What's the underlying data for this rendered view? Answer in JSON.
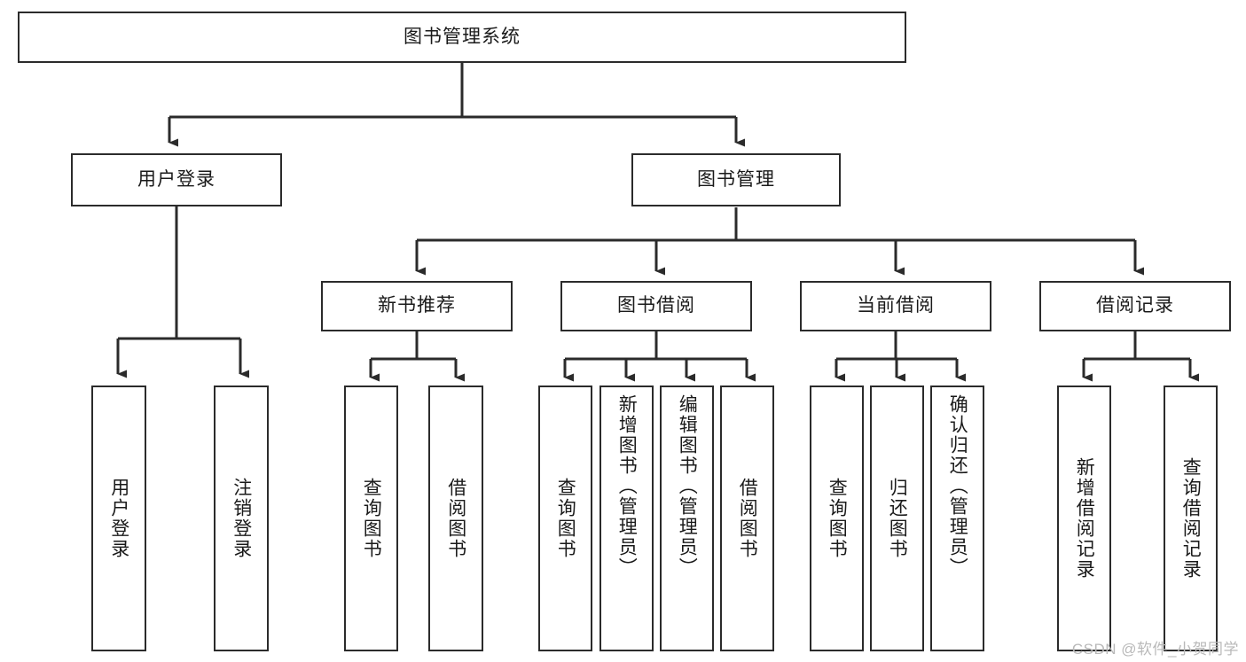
{
  "diagram": {
    "type": "tree-hierarchy-diagram",
    "title": "图书管理系统",
    "root": {
      "id": "root",
      "label": "图书管理系统"
    },
    "level2": [
      {
        "id": "user-login",
        "label": "用户登录"
      },
      {
        "id": "book-manage",
        "label": "图书管理"
      }
    ],
    "level3": [
      {
        "id": "new-book-recommend",
        "label": "新书推荐",
        "parent": "book-manage"
      },
      {
        "id": "book-borrow",
        "label": "图书借阅",
        "parent": "book-manage"
      },
      {
        "id": "current-borrow",
        "label": "当前借阅",
        "parent": "book-manage"
      },
      {
        "id": "borrow-record",
        "label": "借阅记录",
        "parent": "book-manage"
      }
    ],
    "leaves": [
      {
        "id": "leaf-user-login",
        "label": "用户登录",
        "parent": "user-login"
      },
      {
        "id": "leaf-user-logout",
        "label": "注销登录",
        "parent": "user-login"
      },
      {
        "id": "leaf-query-book-1",
        "label": "查询图书",
        "parent": "new-book-recommend"
      },
      {
        "id": "leaf-borrow-book-1",
        "label": "借阅图书",
        "parent": "new-book-recommend"
      },
      {
        "id": "leaf-query-book-2",
        "label": "查询图书",
        "parent": "book-borrow"
      },
      {
        "id": "leaf-add-book",
        "label": "新增图书（管理员）",
        "parent": "book-borrow"
      },
      {
        "id": "leaf-edit-book",
        "label": "编辑图书（管理员）",
        "parent": "book-borrow"
      },
      {
        "id": "leaf-borrow-book-2",
        "label": "借阅图书",
        "parent": "book-borrow"
      },
      {
        "id": "leaf-query-book-3",
        "label": "查询图书",
        "parent": "current-borrow"
      },
      {
        "id": "leaf-return-book",
        "label": "归还图书",
        "parent": "current-borrow"
      },
      {
        "id": "leaf-confirm-return",
        "label": "确认归还（管理员）",
        "parent": "current-borrow"
      },
      {
        "id": "leaf-add-record",
        "label": "新增借阅记录",
        "parent": "borrow-record"
      },
      {
        "id": "leaf-query-record",
        "label": "查询借阅记录",
        "parent": "borrow-record"
      }
    ],
    "watermark": "CSDN @软件_小贺同学",
    "colors": {
      "stroke": "#2b2b2b",
      "fill": "#ffffff",
      "text": "#1a1a1a",
      "watermark": "#b9b9b9"
    }
  }
}
